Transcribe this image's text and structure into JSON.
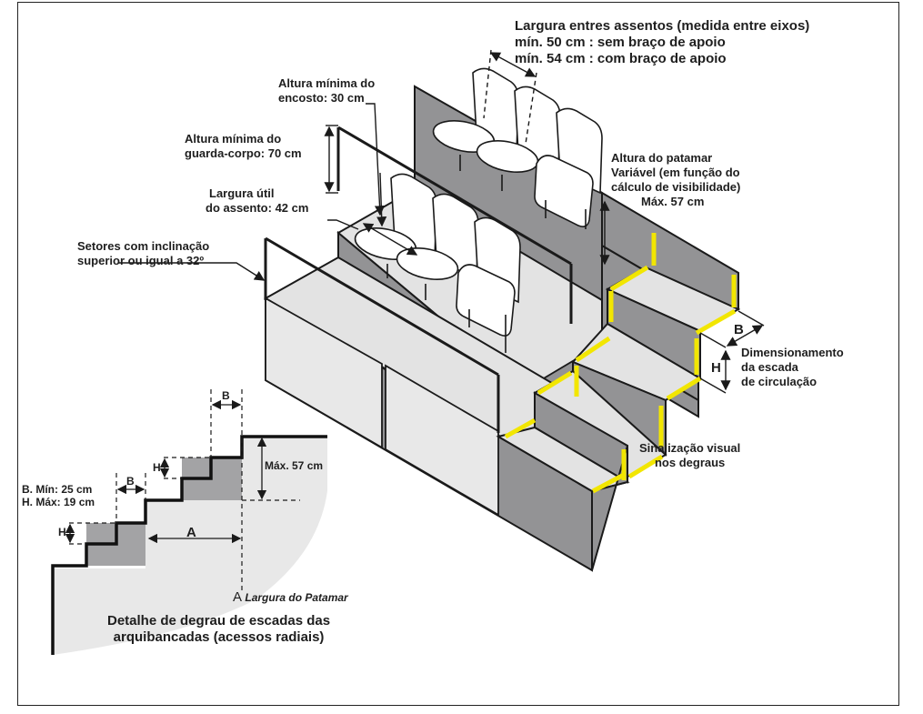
{
  "colors": {
    "wall_dark": "#939395",
    "floor_light": "#e3e3e3",
    "outline": "#1a1a1a",
    "signal_yellow": "#f2e600",
    "seat_fill": "#ffffff",
    "detail_bg": "#e8e8e8",
    "detail_step": "#a3a3a5"
  },
  "labels": {
    "seat_spacing": {
      "line1": "Largura entres assentos (medida entre eixos)",
      "line2": "mín. 50 cm : sem braço de apoio",
      "line3": "mín. 54 cm : com braço de apoio"
    },
    "backrest": {
      "line1": "Altura mínima do",
      "line2": "encosto: 30 cm"
    },
    "guardrail": {
      "line1": "Altura mínima do",
      "line2": "guarda-corpo: 70 cm"
    },
    "seat_width": {
      "line1": "Largura útil",
      "line2": "do assento: 42 cm"
    },
    "sectors": {
      "line1": "Setores com inclinação",
      "line2": "superior ou igual a 32º"
    },
    "landing_height": {
      "line1": "Altura do patamar",
      "line2": "Variável (em função do",
      "line3": "cálculo de visibilidade)",
      "line4": "Máx. 57 cm"
    },
    "stair_sizing": {
      "line1": "Dimensionamento",
      "line2": "da escada",
      "line3": "de circulação",
      "dim_b": "B",
      "dim_h": "H"
    },
    "visual_signal": {
      "line1": "Sinalização visual",
      "line2": "nos degraus"
    }
  },
  "detail": {
    "b_top": "B",
    "b_left": "B",
    "h_top": "H",
    "h_left": "H",
    "b_min": "B. Mín: 25 cm",
    "h_max": "H. Máx: 19 cm",
    "max_57": "Máx. 57 cm",
    "a_label": "A",
    "a_legend_letter": "A",
    "a_legend_text": "Largura do Patamar",
    "caption_line1": "Detalhe de degrau de escadas das",
    "caption_line2": "arquibancadas (acessos radiais)"
  }
}
